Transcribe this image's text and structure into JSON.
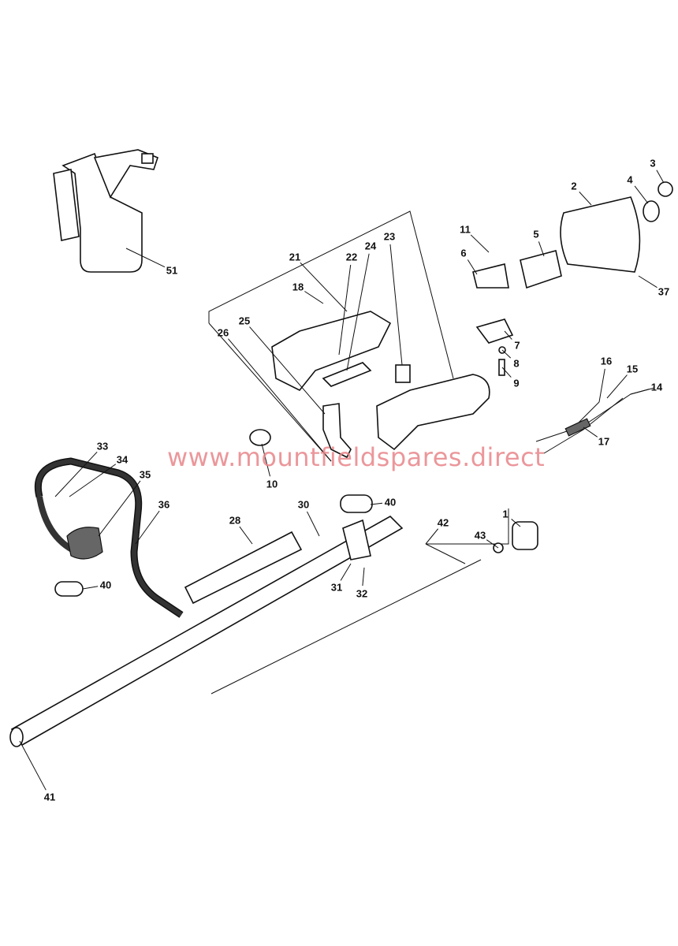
{
  "diagram": {
    "part_numbers": [
      "51",
      "21",
      "22",
      "24",
      "23",
      "11",
      "6",
      "5",
      "2",
      "4",
      "3",
      "37",
      "18",
      "26",
      "25",
      "7",
      "8",
      "9",
      "16",
      "15",
      "14",
      "17",
      "10",
      "33",
      "34",
      "35",
      "36",
      "30",
      "40",
      "28",
      "42",
      "1",
      "43",
      "40",
      "31",
      "32",
      "41"
    ],
    "watermark": "www.mountfieldspares.direct"
  }
}
